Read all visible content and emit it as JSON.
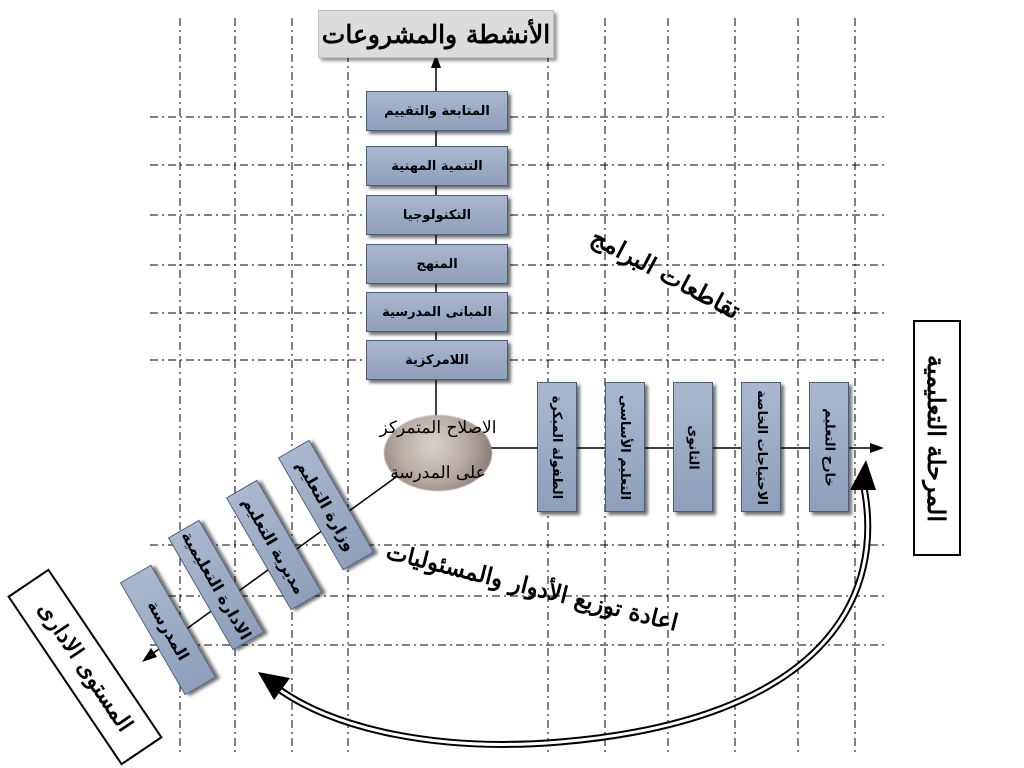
{
  "title": "الأنشطة والمشروعات",
  "activities": [
    "المتابعة والتقييم",
    "التنمية المهنية",
    "التكنولوجيا",
    "المنهج",
    "المبانى المدرسية",
    "اللامركزية"
  ],
  "programs": [
    "الطفولة المبكرة",
    "التعليم الأساسى",
    "الثانوى",
    "الاحتياجات الخاصة",
    "خارج التعليم"
  ],
  "admin_levels": [
    "وزارة التعليم",
    "مديرية التعليم",
    "الادارة التعليمية",
    "المدرسة"
  ],
  "center": {
    "line1": "الاصلاح المتمركز",
    "line2": "على المدرسة"
  },
  "programs_intersection_label": "تقاطعات البرامج",
  "roles_label": "اعادة توزيع الأدوار والمسئوليات",
  "educational_stage_label": "المرحلة التعليمية",
  "admin_level_label": "المستوى الادارى"
}
